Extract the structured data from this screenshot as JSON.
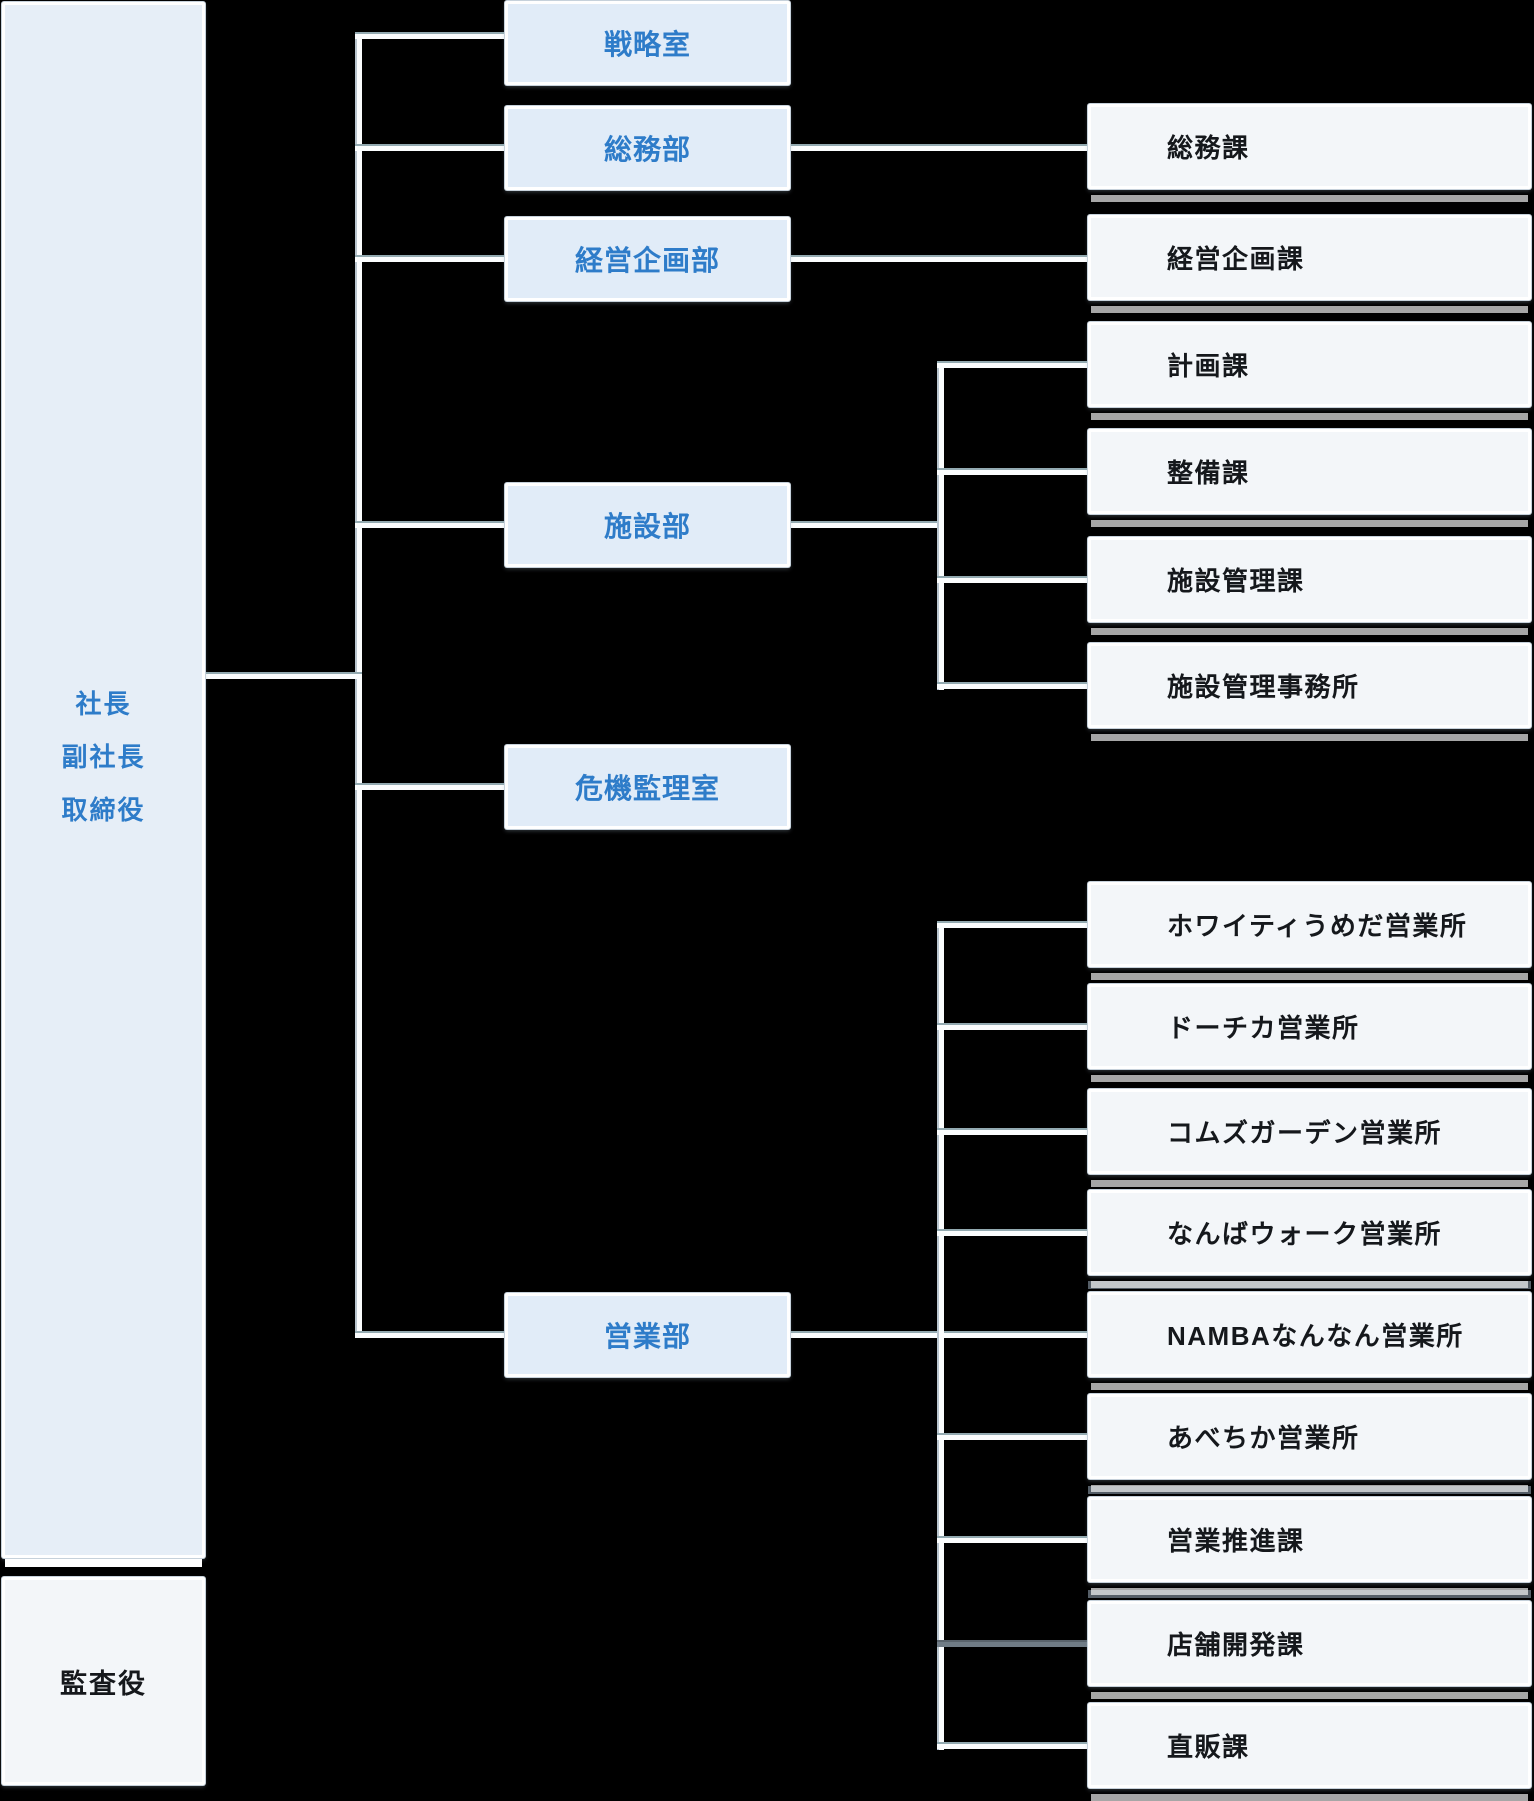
{
  "executive": {
    "lines": [
      "社長",
      "副社長",
      "取締役"
    ]
  },
  "auditor": {
    "label": "監査役"
  },
  "departments": [
    {
      "label": "戦略室",
      "children": []
    },
    {
      "label": "総務部",
      "children": [
        {
          "label": "総務課"
        }
      ]
    },
    {
      "label": "経営企画部",
      "children": [
        {
          "label": "経営企画課"
        }
      ]
    },
    {
      "label": "施設部",
      "children": [
        {
          "label": "計画課"
        },
        {
          "label": "整備課"
        },
        {
          "label": "施設管理課"
        },
        {
          "label": "施設管理事務所"
        }
      ]
    },
    {
      "label": "危機監理室",
      "children": []
    },
    {
      "label": "営業部",
      "children": [
        {
          "label": "ホワイティうめだ営業所"
        },
        {
          "label": "ドーチカ営業所"
        },
        {
          "label": "コムズガーデン営業所"
        },
        {
          "label": "なんばウォーク営業所"
        },
        {
          "label": "NAMBAなんなん営業所"
        },
        {
          "label": "あべちか営業所"
        },
        {
          "label": "営業推進課"
        },
        {
          "label": "店舗開発課"
        },
        {
          "label": "直販課"
        }
      ]
    }
  ],
  "colors": {
    "background": "#000000",
    "department_box_fill": "#e1ecf8",
    "section_box_fill": "#f3f6f9",
    "executive_box_fill": "#e6eef7",
    "department_text": "#2e7cc9",
    "section_text": "#15181c",
    "connector_line": "#fbfdfe",
    "connector_edge": "#93aab1",
    "artifact_bar": "#646f79"
  }
}
